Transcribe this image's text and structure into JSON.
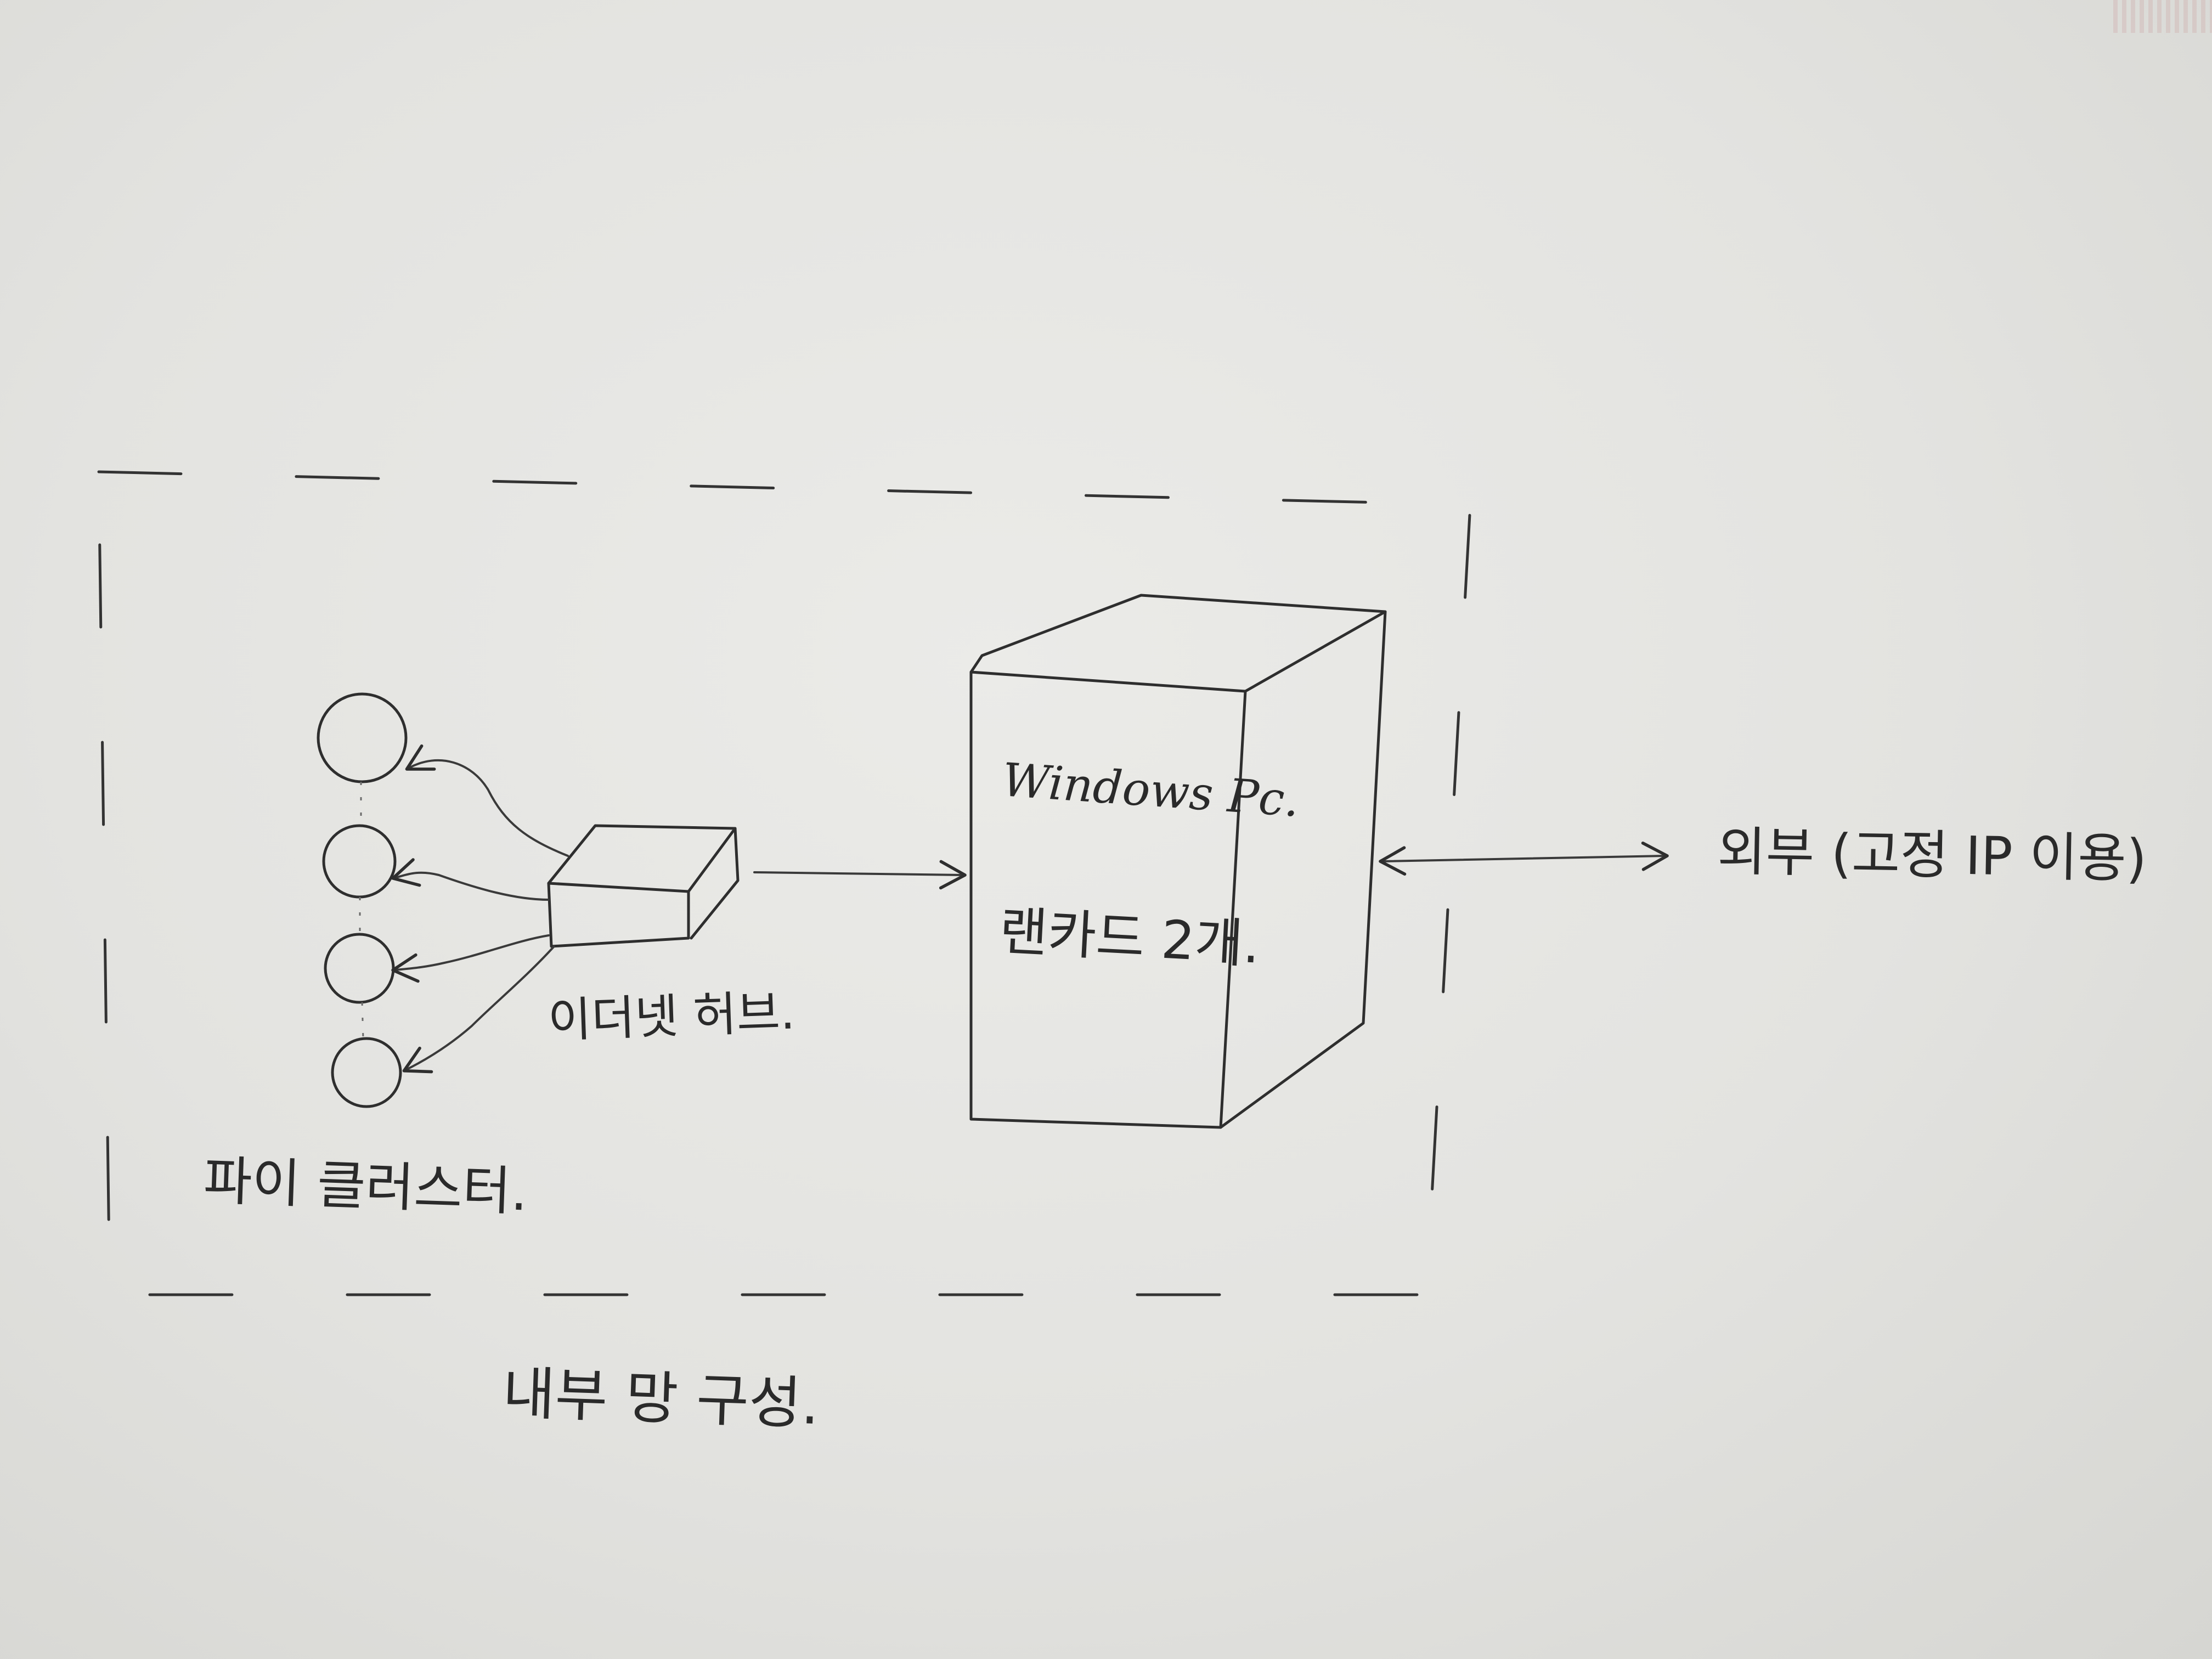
{
  "labels": {
    "pi_cluster": "파이 클러스터.",
    "ethernet_hub": "이더넷 허브.",
    "windows_pc": "Windows Pc.",
    "lan_cards": "랜카드 2개.",
    "external": "외부 (고정 IP 이용)",
    "internal_network": "내부 망 구성."
  },
  "nodes": [
    "pi-node-1",
    "pi-node-2",
    "pi-node-3",
    "pi-node-4"
  ],
  "colors": {
    "ink": "#2e2e2e",
    "paper": "#e6e6e3"
  }
}
